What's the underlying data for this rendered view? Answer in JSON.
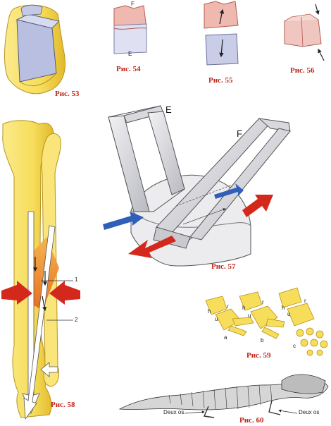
{
  "captions": {
    "fig53": "Рис. 53",
    "fig54": "Рис. 54",
    "fig55": "Рис. 55",
    "fig56": "Рис. 56",
    "fig57": "Рис. 57",
    "fig58": "Рис. 58",
    "fig59": "Рис. 59",
    "fig60": "Рис. 60"
  },
  "fig54_labels": {
    "top": "F",
    "bottom": "E"
  },
  "fig57_labels": {
    "frame_e": "E",
    "frame_f": "F"
  },
  "fig58_labels": {
    "callout_1": "1",
    "callout_2": "2"
  },
  "fig59_labels": {
    "h1": "h",
    "u1": "u",
    "r1": "r",
    "a": "a",
    "h2": "h",
    "u2": "u",
    "r2": "r",
    "b": "b",
    "h3": "h",
    "u3": "u",
    "r3": "r",
    "c": "c"
  },
  "fig60_labels": {
    "left": "Deux os",
    "right": "Deux os"
  },
  "colors": {
    "caption_red": "#c0261b",
    "bone_yellow": "#f6dd5a",
    "bone_shadow": "#e2b92c",
    "joint_blue": "#b9bfe0",
    "joint_pink": "#f0b9b0",
    "arrow_red": "#d4281c",
    "arrow_blue": "#2f5fb8",
    "force_orange": "#f08a2a"
  }
}
